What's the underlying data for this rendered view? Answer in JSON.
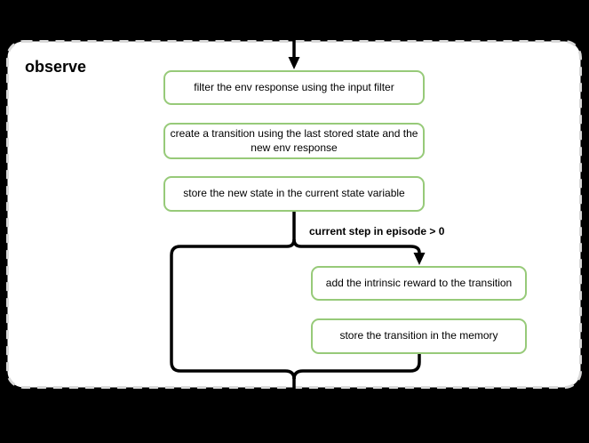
{
  "theme": {
    "canvas-bg": "#000000",
    "panel-bg": "#ffffff",
    "panel-border": "#d9d9d9",
    "node-border": "#97ca79",
    "line-color": "#000000",
    "text-color": "#000000"
  },
  "panel": {
    "title": "observe"
  },
  "flowchart": {
    "nodes": [
      {
        "id": "filter-env-response",
        "label": "filter the env response using the input filter"
      },
      {
        "id": "create-transition",
        "label": "create a transition using the last stored state and the new env response"
      },
      {
        "id": "store-new-state",
        "label": "store the new state in the current state variable"
      },
      {
        "id": "add-intrinsic-reward",
        "label": "add the intrinsic reward to the transition"
      },
      {
        "id": "store-transition",
        "label": "store the transition in the memory"
      }
    ],
    "edge_label": "current step in episode > 0"
  }
}
